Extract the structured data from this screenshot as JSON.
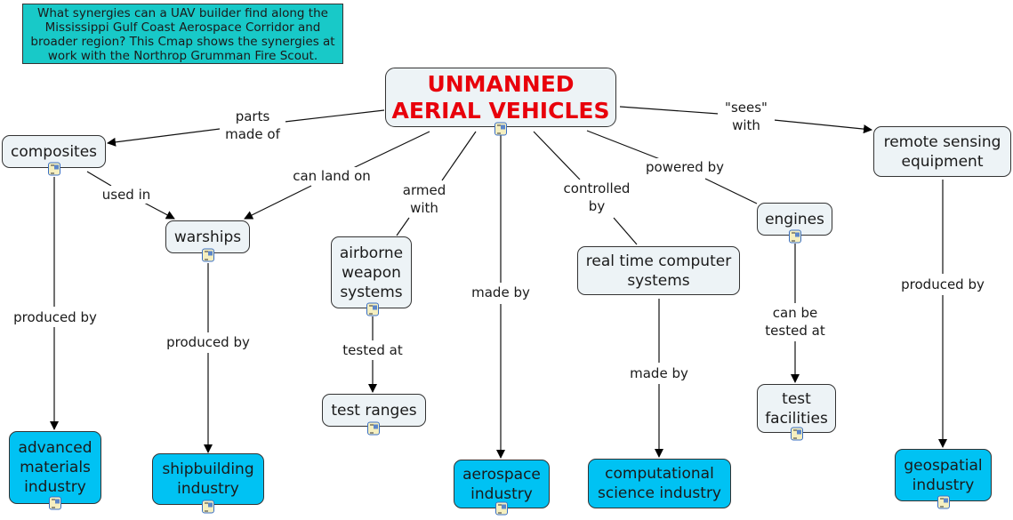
{
  "note": "What synergies can a UAV builder find along the Mississippi Gulf Coast Aerospace Corridor and broader region? This Cmap shows the synergies at work with the Northrop Grumman Fire Scout.",
  "colors": {
    "main_text": "#e8000b",
    "concept_fill": "#edf3f6",
    "industry_fill": "#00c2f3",
    "note_fill": "#18c9c8"
  },
  "concepts": {
    "uav": "UNMANNED AERIAL VEHICLES",
    "composites": "composites",
    "warships": "warships",
    "weapons": "airborne weapon systems",
    "test_ranges": "test ranges",
    "rtcs": "real time computer systems",
    "engines": "engines",
    "test_facilities": "test facilities",
    "remote_sensing": "remote sensing equipment",
    "adv_materials": "advanced materials industry",
    "shipbuilding": "shipbuilding industry",
    "aerospace": "aerospace industry",
    "comp_science": "computational science industry",
    "geospatial": "geospatial industry"
  },
  "linking_phrases": {
    "parts_made_of": "parts made of",
    "can_land_on": "can land on",
    "armed_with": "armed with",
    "made_by_1": "made by",
    "controlled_by": "controlled by",
    "powered_by": "powered by",
    "sees_with": "\"sees\" with",
    "used_in": "used in",
    "produced_by_1": "produced by",
    "produced_by_2": "produced by",
    "tested_at": "tested at",
    "made_by_2": "made by",
    "can_be_tested_at": "can be tested at",
    "produced_by_3": "produced by"
  }
}
